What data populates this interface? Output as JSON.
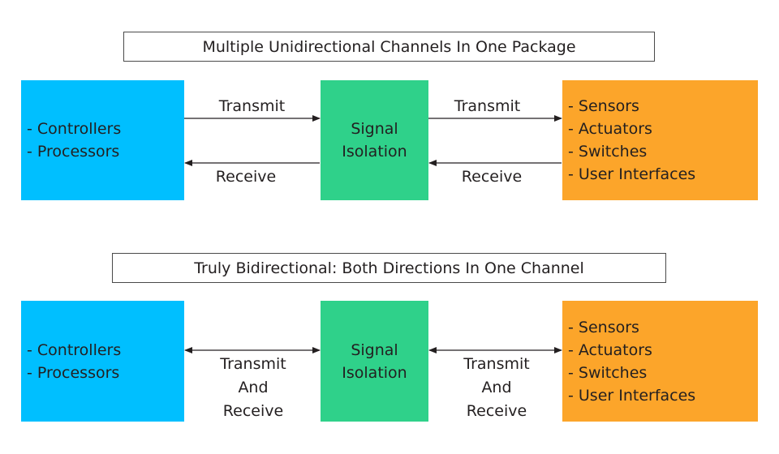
{
  "colors": {
    "host": "#00bfff",
    "isolation": "#2fd18a",
    "peripheral": "#fca52a",
    "line": "#231f20"
  },
  "top": {
    "title": "Multiple Unidirectional Channels In One Package",
    "host_items": [
      "- Controllers",
      "- Processors"
    ],
    "isolation_lines": [
      "Signal",
      "Isolation"
    ],
    "peripheral_items": [
      "- Sensors",
      "- Actuators",
      "- Switches",
      "- User Interfaces"
    ],
    "left_transmit": "Transmit",
    "left_receive": "Receive",
    "right_transmit": "Transmit",
    "right_receive": "Receive"
  },
  "bottom": {
    "title": "Truly Bidirectional: Both Directions In One Channel",
    "host_items": [
      "- Controllers",
      "- Processors"
    ],
    "isolation_lines": [
      "Signal",
      "Isolation"
    ],
    "peripheral_items": [
      "- Sensors",
      "- Actuators",
      "- Switches",
      "- User Interfaces"
    ],
    "left_label_lines": [
      "Transmit",
      "And",
      "Receive"
    ],
    "right_label_lines": [
      "Transmit",
      "And",
      "Receive"
    ]
  }
}
